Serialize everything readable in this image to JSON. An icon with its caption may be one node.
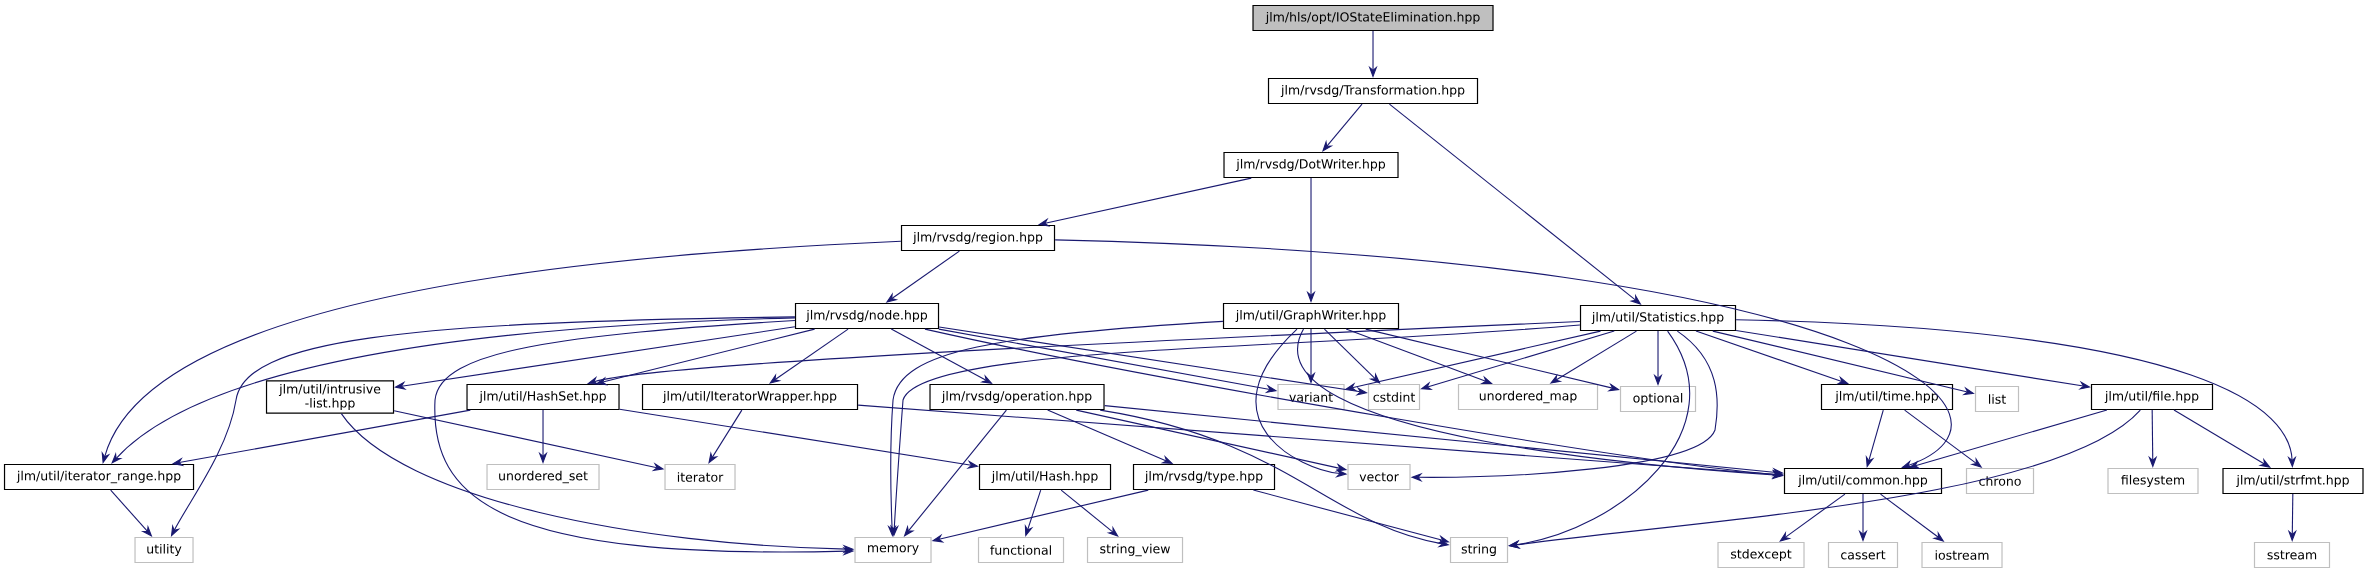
{
  "diagram": {
    "nodes": [
      {
        "text": [
          "jlm/hls/opt/IOStateElimination.hpp"
        ]
      },
      {
        "text": [
          "jlm/rvsdg/Transformation.hpp"
        ]
      },
      {
        "text": [
          "jlm/rvsdg/DotWriter.hpp"
        ]
      },
      {
        "text": [
          "jlm/rvsdg/region.hpp"
        ]
      },
      {
        "text": [
          "jlm/rvsdg/node.hpp"
        ]
      },
      {
        "text": [
          "jlm/util/GraphWriter.hpp"
        ]
      },
      {
        "text": [
          "jlm/util/Statistics.hpp"
        ]
      },
      {
        "text": [
          "jlm/util/intrusive -list.hpp"
        ]
      },
      {
        "text": [
          "jlm/util/HashSet.hpp"
        ]
      },
      {
        "text": [
          "jlm/util/IteratorWrapper.hpp"
        ]
      },
      {
        "text": [
          "jlm/rvsdg/operation.hpp"
        ]
      },
      {
        "text": [
          "jlm/util/time.hpp"
        ]
      },
      {
        "text": [
          "jlm/util/file.hpp"
        ]
      },
      {
        "text": [
          "jlm/util/iterator_range.hpp"
        ]
      },
      {
        "text": [
          "unordered_set"
        ]
      },
      {
        "text": [
          "iterator"
        ]
      },
      {
        "text": [
          "jlm/util/Hash.hpp"
        ]
      },
      {
        "text": [
          "jlm/rvsdg/type.hpp"
        ]
      },
      {
        "text": [
          "vector"
        ]
      },
      {
        "text": [
          "jlm/util/common.hpp"
        ]
      },
      {
        "text": [
          "chrono"
        ]
      },
      {
        "text": [
          "filesystem"
        ]
      },
      {
        "text": [
          "jlm/util/strfmt.hpp"
        ]
      },
      {
        "text": [
          "utility"
        ]
      },
      {
        "text": [
          "memory"
        ]
      },
      {
        "text": [
          "functional"
        ]
      },
      {
        "text": [
          "string_view"
        ]
      },
      {
        "text": [
          "string"
        ]
      },
      {
        "text": [
          "stdexcept"
        ]
      },
      {
        "text": [
          "cassert"
        ]
      },
      {
        "text": [
          "iostream"
        ]
      },
      {
        "text": [
          "sstream"
        ]
      },
      {
        "text": [
          "variant"
        ]
      },
      {
        "text": [
          "cstdint"
        ]
      },
      {
        "text": [
          "unordered_map"
        ]
      },
      {
        "text": [
          "optional"
        ]
      },
      {
        "text": [
          "list"
        ]
      }
    ],
    "edges": [
      {
        "from": 0,
        "to": 1,
        "arrow": "to"
      },
      {
        "from": 1,
        "to": 2,
        "arrow": "to"
      },
      {
        "from": 1,
        "to": 6,
        "arrow": "to"
      },
      {
        "from": 2,
        "to": 3,
        "arrow": "to"
      },
      {
        "from": 2,
        "to": 5,
        "arrow": "to"
      },
      {
        "from": 3,
        "to": 4,
        "arrow": "to"
      },
      {
        "from": 3,
        "to": 13,
        "arrow": "to"
      },
      {
        "from": 3,
        "to": 19,
        "arrow": "to"
      },
      {
        "from": 4,
        "to": 13,
        "arrow": "to"
      },
      {
        "from": 4,
        "to": 23,
        "arrow": "to"
      },
      {
        "from": 4,
        "to": 24,
        "arrow": "to"
      },
      {
        "from": 4,
        "to": 7,
        "arrow": "to"
      },
      {
        "from": 4,
        "to": 8,
        "arrow": "to"
      },
      {
        "from": 4,
        "to": 9,
        "arrow": "to"
      },
      {
        "from": 4,
        "to": 10,
        "arrow": "to"
      },
      {
        "from": 4,
        "to": 32,
        "arrow": "to"
      },
      {
        "from": 4,
        "to": 33,
        "arrow": "to"
      },
      {
        "from": 4,
        "to": 19,
        "arrow": "to"
      },
      {
        "from": 5,
        "to": 24,
        "arrow": "to"
      },
      {
        "from": 5,
        "to": 18,
        "arrow": "to"
      },
      {
        "from": 5,
        "to": 19,
        "arrow": "to"
      },
      {
        "from": 5,
        "to": 32,
        "arrow": "to"
      },
      {
        "from": 5,
        "to": 33,
        "arrow": "to"
      },
      {
        "from": 5,
        "to": 34,
        "arrow": "to"
      },
      {
        "from": 5,
        "to": 35,
        "arrow": "to"
      },
      {
        "from": 6,
        "to": 8,
        "arrow": "to"
      },
      {
        "from": 6,
        "to": 24,
        "arrow": "to"
      },
      {
        "from": 6,
        "to": 32,
        "arrow": "to"
      },
      {
        "from": 6,
        "to": 33,
        "arrow": "to"
      },
      {
        "from": 6,
        "to": 34,
        "arrow": "to"
      },
      {
        "from": 6,
        "to": 35,
        "arrow": "to"
      },
      {
        "from": 6,
        "to": 18,
        "arrow": "to"
      },
      {
        "from": 6,
        "to": 27,
        "arrow": "to"
      },
      {
        "from": 6,
        "to": 11,
        "arrow": "to"
      },
      {
        "from": 6,
        "to": 36,
        "arrow": "to"
      },
      {
        "from": 6,
        "to": 12,
        "arrow": "to"
      },
      {
        "from": 6,
        "to": 22,
        "arrow": "to"
      },
      {
        "from": 7,
        "to": 15,
        "arrow": "to"
      },
      {
        "from": 7,
        "to": 24,
        "arrow": "to"
      },
      {
        "from": 8,
        "to": 13,
        "arrow": "to"
      },
      {
        "from": 8,
        "to": 14,
        "arrow": "to"
      },
      {
        "from": 8,
        "to": 16,
        "arrow": "to"
      },
      {
        "from": 9,
        "to": 15,
        "arrow": "to"
      },
      {
        "from": 9,
        "to": 19,
        "arrow": "to"
      },
      {
        "from": 10,
        "to": 24,
        "arrow": "to"
      },
      {
        "from": 10,
        "to": 17,
        "arrow": "to"
      },
      {
        "from": 10,
        "to": 18,
        "arrow": "to"
      },
      {
        "from": 10,
        "to": 27,
        "arrow": "to"
      },
      {
        "from": 10,
        "to": 19,
        "arrow": "to"
      },
      {
        "from": 11,
        "to": 19,
        "arrow": "to"
      },
      {
        "from": 11,
        "to": 20,
        "arrow": "to"
      },
      {
        "from": 12,
        "to": 19,
        "arrow": "to"
      },
      {
        "from": 12,
        "to": 27,
        "arrow": "to"
      },
      {
        "from": 12,
        "to": 21,
        "arrow": "to"
      },
      {
        "from": 12,
        "to": 22,
        "arrow": "to"
      },
      {
        "from": 13,
        "to": 23,
        "arrow": "to"
      },
      {
        "from": 16,
        "to": 25,
        "arrow": "to"
      },
      {
        "from": 16,
        "to": 26,
        "arrow": "to"
      },
      {
        "from": 17,
        "to": 24,
        "arrow": "to"
      },
      {
        "from": 17,
        "to": 27,
        "arrow": "to"
      },
      {
        "from": 19,
        "to": 28,
        "arrow": "to"
      },
      {
        "from": 19,
        "to": 29,
        "arrow": "to"
      },
      {
        "from": 19,
        "to": 30,
        "arrow": "to"
      },
      {
        "from": 22,
        "to": 31,
        "arrow": "to"
      }
    ]
  }
}
